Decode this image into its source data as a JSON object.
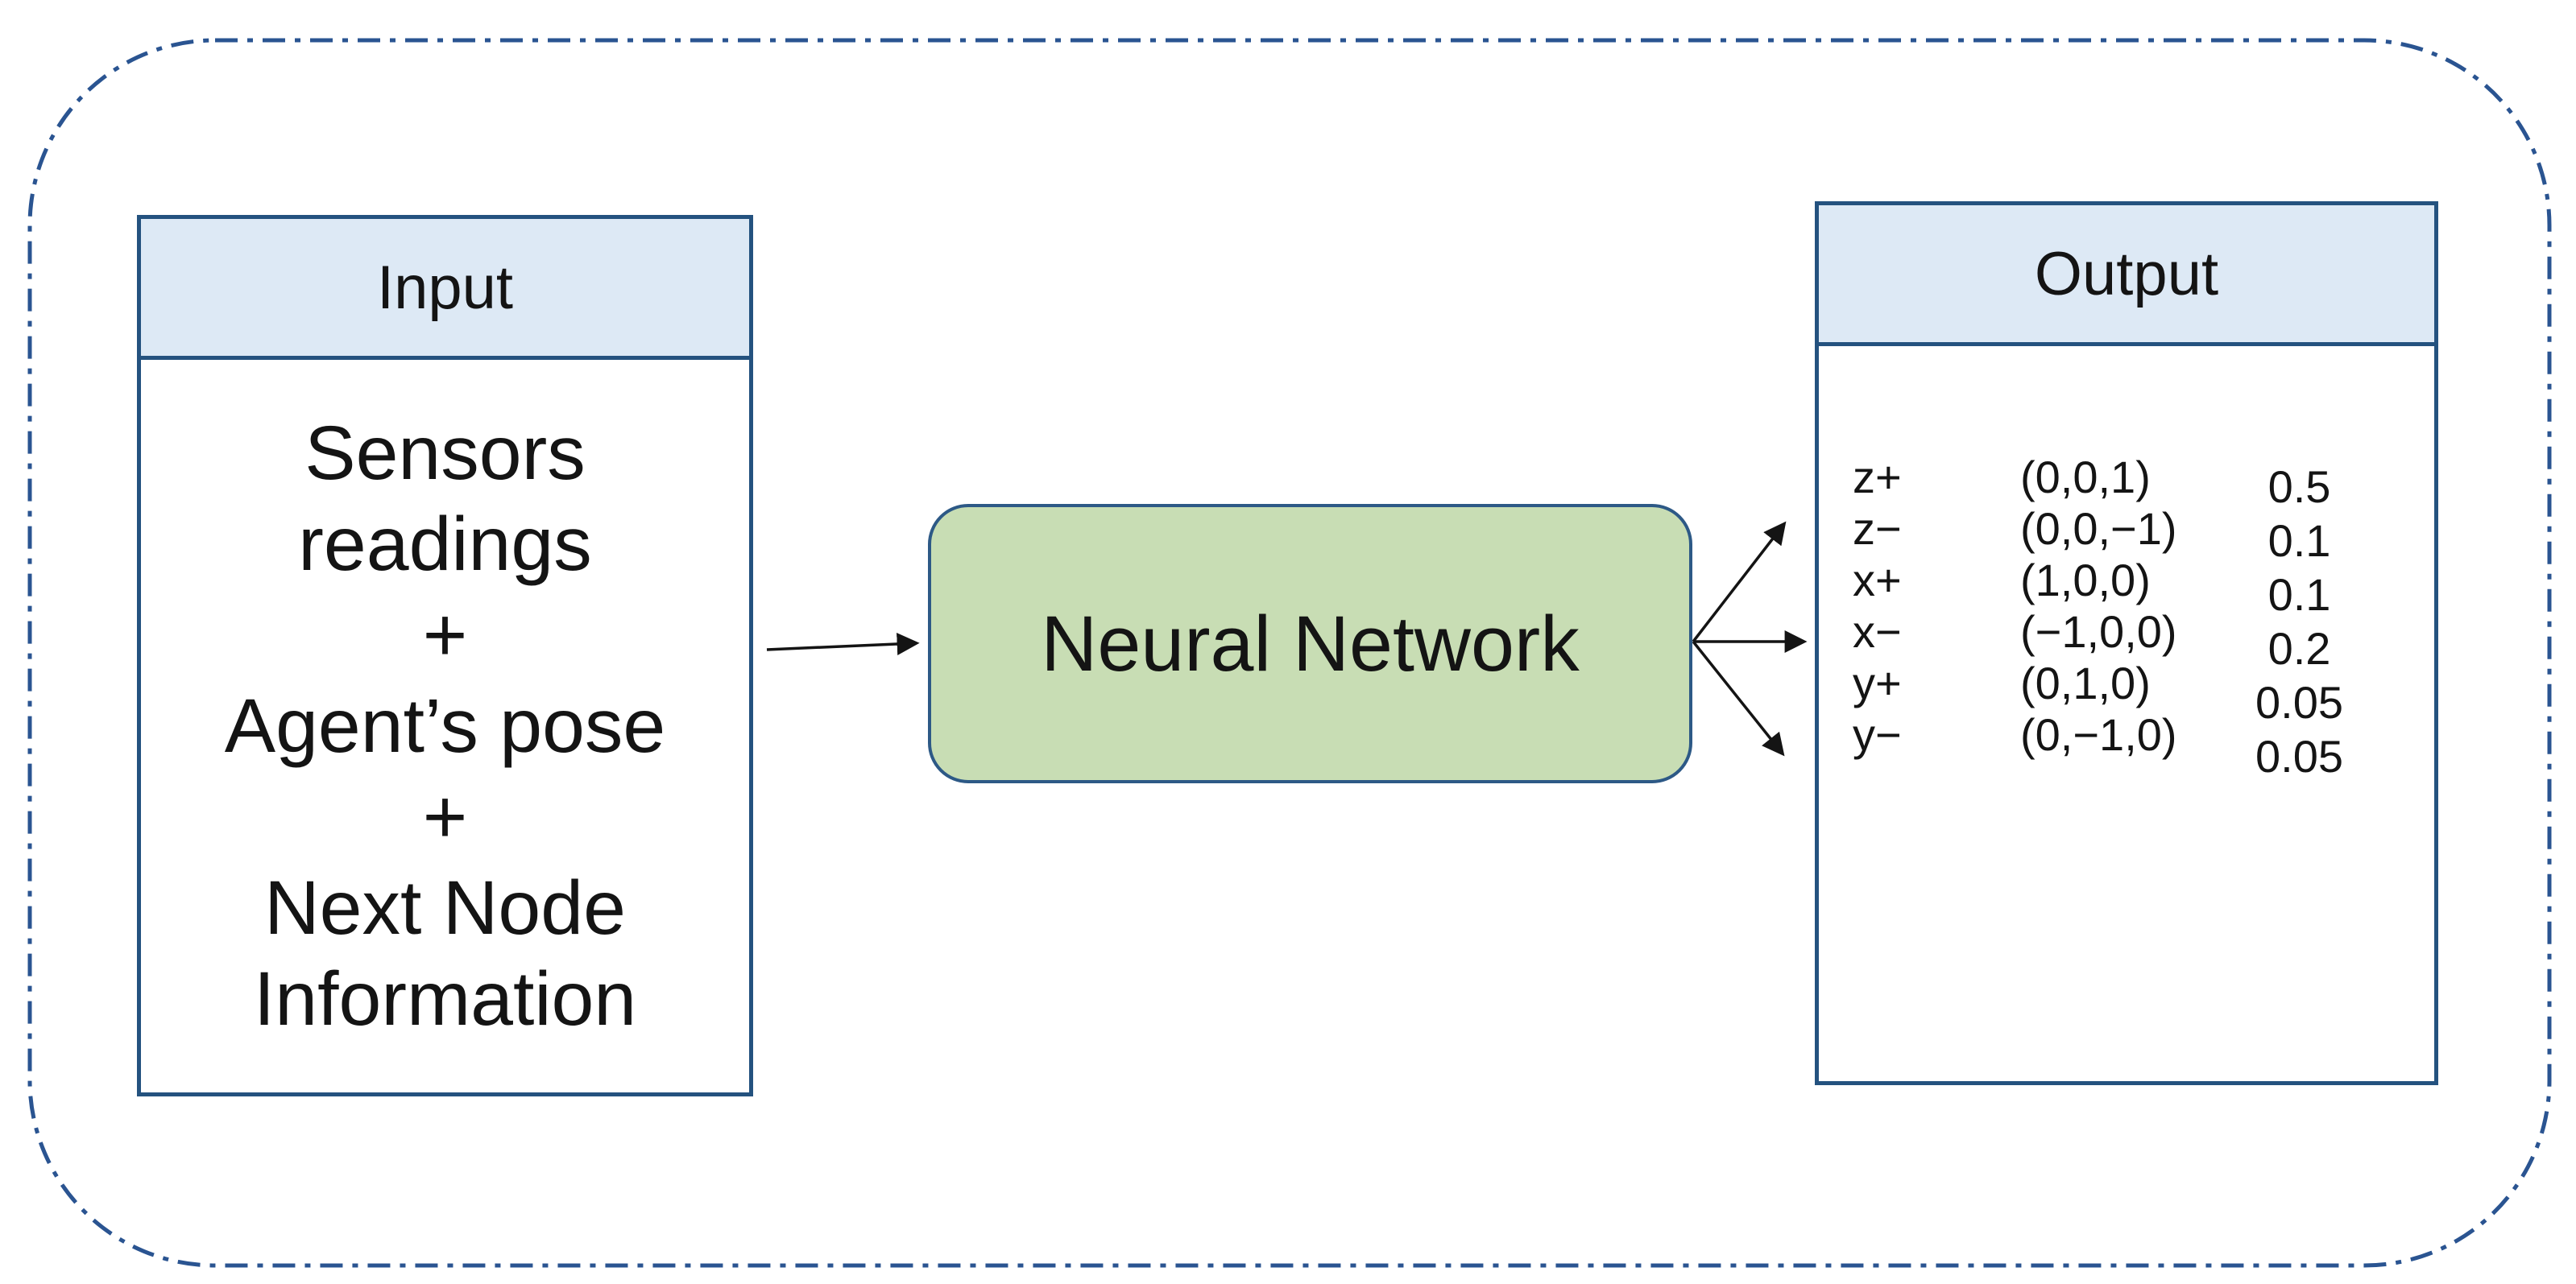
{
  "input_box": {
    "title": "Input",
    "lines": [
      "Sensors",
      "readings",
      "+",
      "Agent’s pose",
      "+",
      "Next Node",
      "Information"
    ]
  },
  "process_box": {
    "label": "Neural Network"
  },
  "output_box": {
    "title": "Output",
    "rows": [
      {
        "label": "z+",
        "vector": "(0,0,1)",
        "probability": "0.5"
      },
      {
        "label": "z−",
        "vector": "(0,0,−1)",
        "probability": "0.1"
      },
      {
        "label": "x+",
        "vector": "(1,0,0)",
        "probability": "0.1"
      },
      {
        "label": "x−",
        "vector": "(−1,0,0)",
        "probability": "0.2"
      },
      {
        "label": "y+",
        "vector": "(0,1,0)",
        "probability": "0.05"
      },
      {
        "label": "y−",
        "vector": "(0,−1,0)",
        "probability": "0.05"
      }
    ]
  },
  "colors": {
    "box_border_blue": "#24527f",
    "header_fill_blue": "#dde9f5",
    "process_fill_green": "#c8ddb4",
    "dashed_border_blue": "#2a5491",
    "arrow_black": "#141414"
  }
}
